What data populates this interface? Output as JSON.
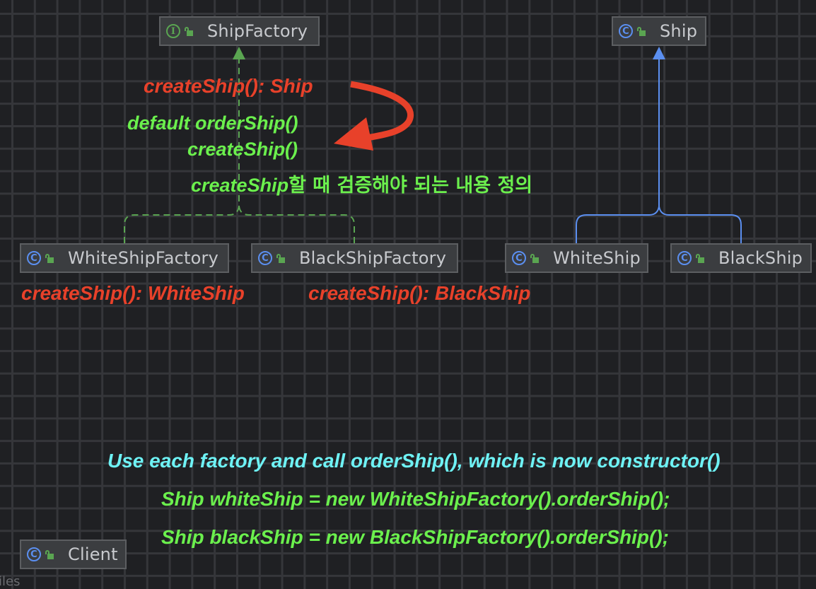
{
  "diagram": {
    "nodes": {
      "ship_factory": {
        "label": "ShipFactory",
        "kind": "interface",
        "kind_icon": "I",
        "visibility": "public"
      },
      "ship": {
        "label": "Ship",
        "kind": "class",
        "kind_icon": "C",
        "visibility": "public"
      },
      "white_ship_factory": {
        "label": "WhiteShipFactory",
        "kind": "class",
        "kind_icon": "C",
        "visibility": "public"
      },
      "black_ship_factory": {
        "label": "BlackShipFactory",
        "kind": "class",
        "kind_icon": "C",
        "visibility": "public"
      },
      "white_ship": {
        "label": "WhiteShip",
        "kind": "class",
        "kind_icon": "C",
        "visibility": "public"
      },
      "black_ship": {
        "label": "BlackShip",
        "kind": "class",
        "kind_icon": "C",
        "visibility": "public"
      },
      "client": {
        "label": "Client",
        "kind": "class",
        "kind_icon": "C",
        "visibility": "public"
      }
    },
    "edges": [
      {
        "from": "white_ship_factory",
        "to": "ship_factory",
        "type": "implements",
        "style": "dashed",
        "color": "#5aa551"
      },
      {
        "from": "black_ship_factory",
        "to": "ship_factory",
        "type": "implements",
        "style": "dashed",
        "color": "#5aa551"
      },
      {
        "from": "white_ship",
        "to": "ship",
        "type": "extends",
        "style": "solid",
        "color": "#5b8ff0"
      },
      {
        "from": "black_ship",
        "to": "ship",
        "type": "extends",
        "style": "solid",
        "color": "#5b8ff0"
      }
    ]
  },
  "annotations": {
    "factory_create": "createShip(): Ship",
    "default_order": "default orderShip()",
    "inner_create": "createShip()",
    "validate_prefix": "createShip",
    "validate_korean": "할 때 검증해야 되는 내용 정의",
    "white_create": "createShip(): WhiteShip",
    "black_create": "createShip(): BlackShip",
    "usage_note": "Use each factory and call orderShip(), which is now constructor()",
    "code_white": "Ship whiteShip = new WhiteShipFactory().orderShip();",
    "code_black": "Ship blackShip = new BlackShipFactory().orderShip();"
  },
  "colors": {
    "background": "#1f2023",
    "grid": "#35363a",
    "node_fill": "#3b3d40",
    "node_border": "#5c5e61",
    "annotation_red": "#e8412a",
    "annotation_green": "#6bf04d",
    "annotation_cyan": "#6ef2f5",
    "implements_edge": "#5aa551",
    "extends_edge": "#5b8ff0"
  },
  "footer": {
    "clipped_text": "iles"
  }
}
